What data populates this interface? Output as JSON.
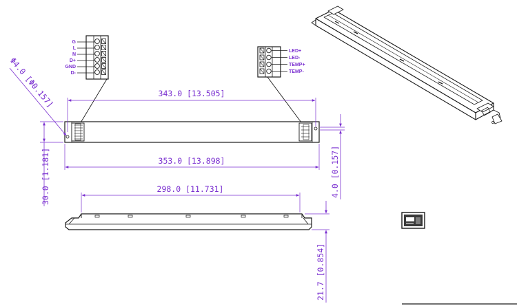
{
  "colors": {
    "dimension": "#7a2fd0",
    "outline": "#1a1a1a",
    "background": "#ffffff"
  },
  "input_connector": {
    "pins": [
      "G",
      "L",
      "N",
      "D+",
      "GND",
      "D-"
    ]
  },
  "output_connector": {
    "pins": [
      "LED+",
      "LED-",
      "TEMP+",
      "TEMP-"
    ]
  },
  "dimensions": {
    "hole_diameter": "Φ4.0 [Φ0.157]",
    "inner_length": "343.0 [13.505]",
    "overall_length": "353.0 [13.898]",
    "width": "30.0 [1.181]",
    "offset": "4.0 [0.157]",
    "base_length": "298.0 [11.731]",
    "height": "21.7 [0.854]"
  }
}
